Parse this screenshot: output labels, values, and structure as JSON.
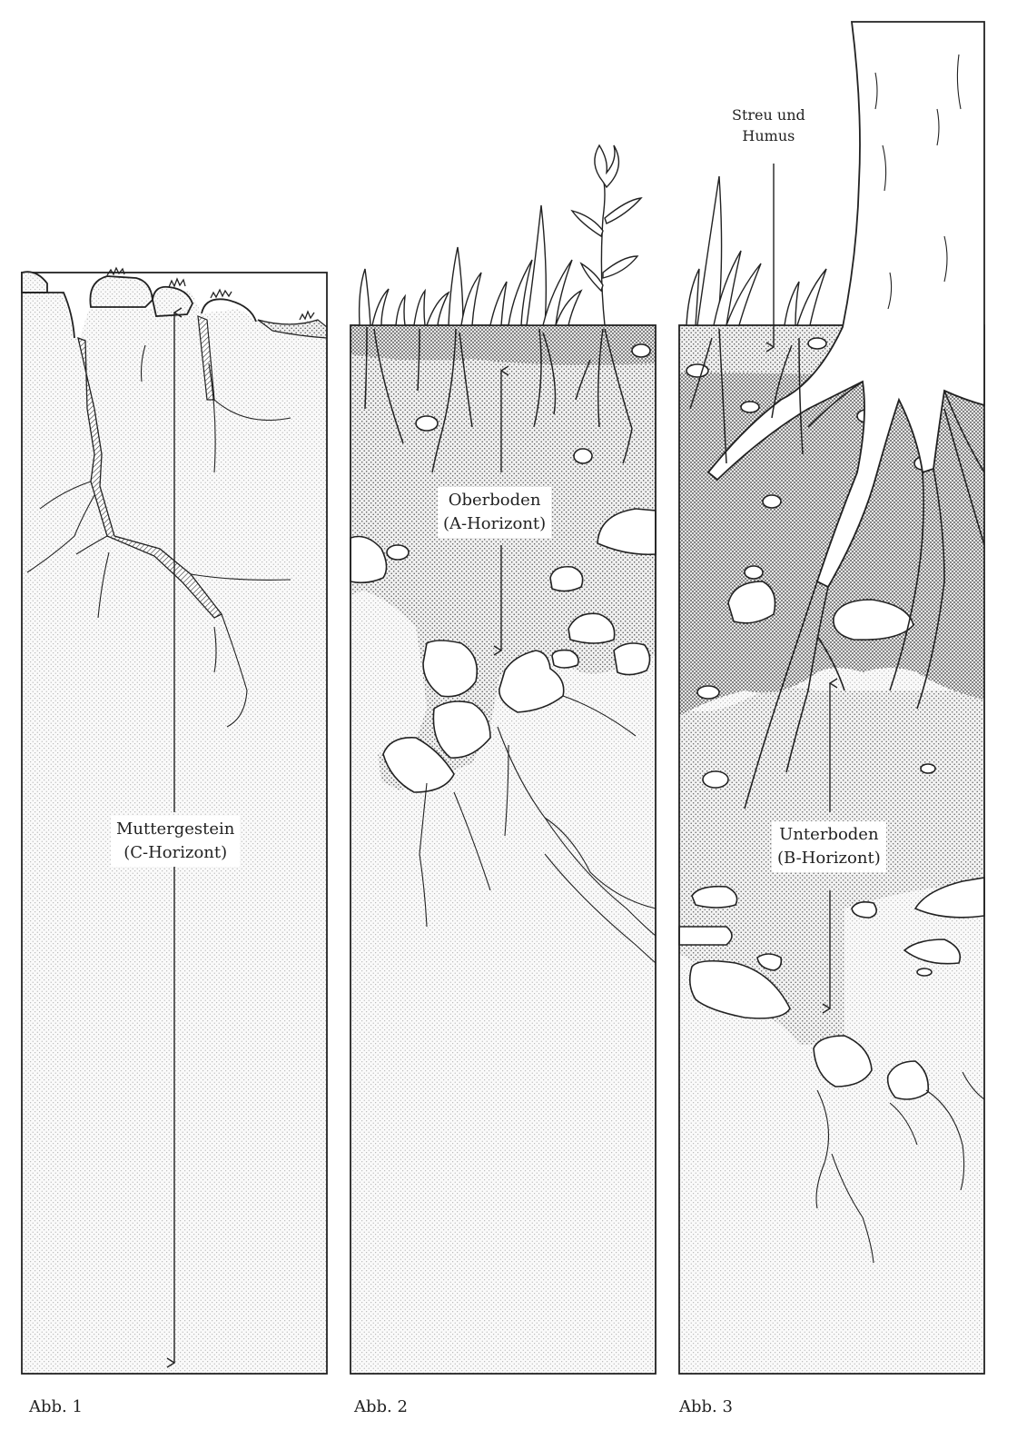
{
  "figures": [
    {
      "caption": "Abb. 1",
      "labels": [
        {
          "line1": "Muttergestein",
          "line2": "(C-Horizont)"
        }
      ]
    },
    {
      "caption": "Abb. 2",
      "labels": [
        {
          "line1": "Oberboden",
          "line2": "(A-Horizont)"
        }
      ]
    },
    {
      "caption": "Abb. 3",
      "labels": [
        {
          "line1": "Streu und",
          "line2": "Humus"
        },
        {
          "line1": "Unterboden",
          "line2": "(B-Horizont)"
        }
      ]
    }
  ]
}
